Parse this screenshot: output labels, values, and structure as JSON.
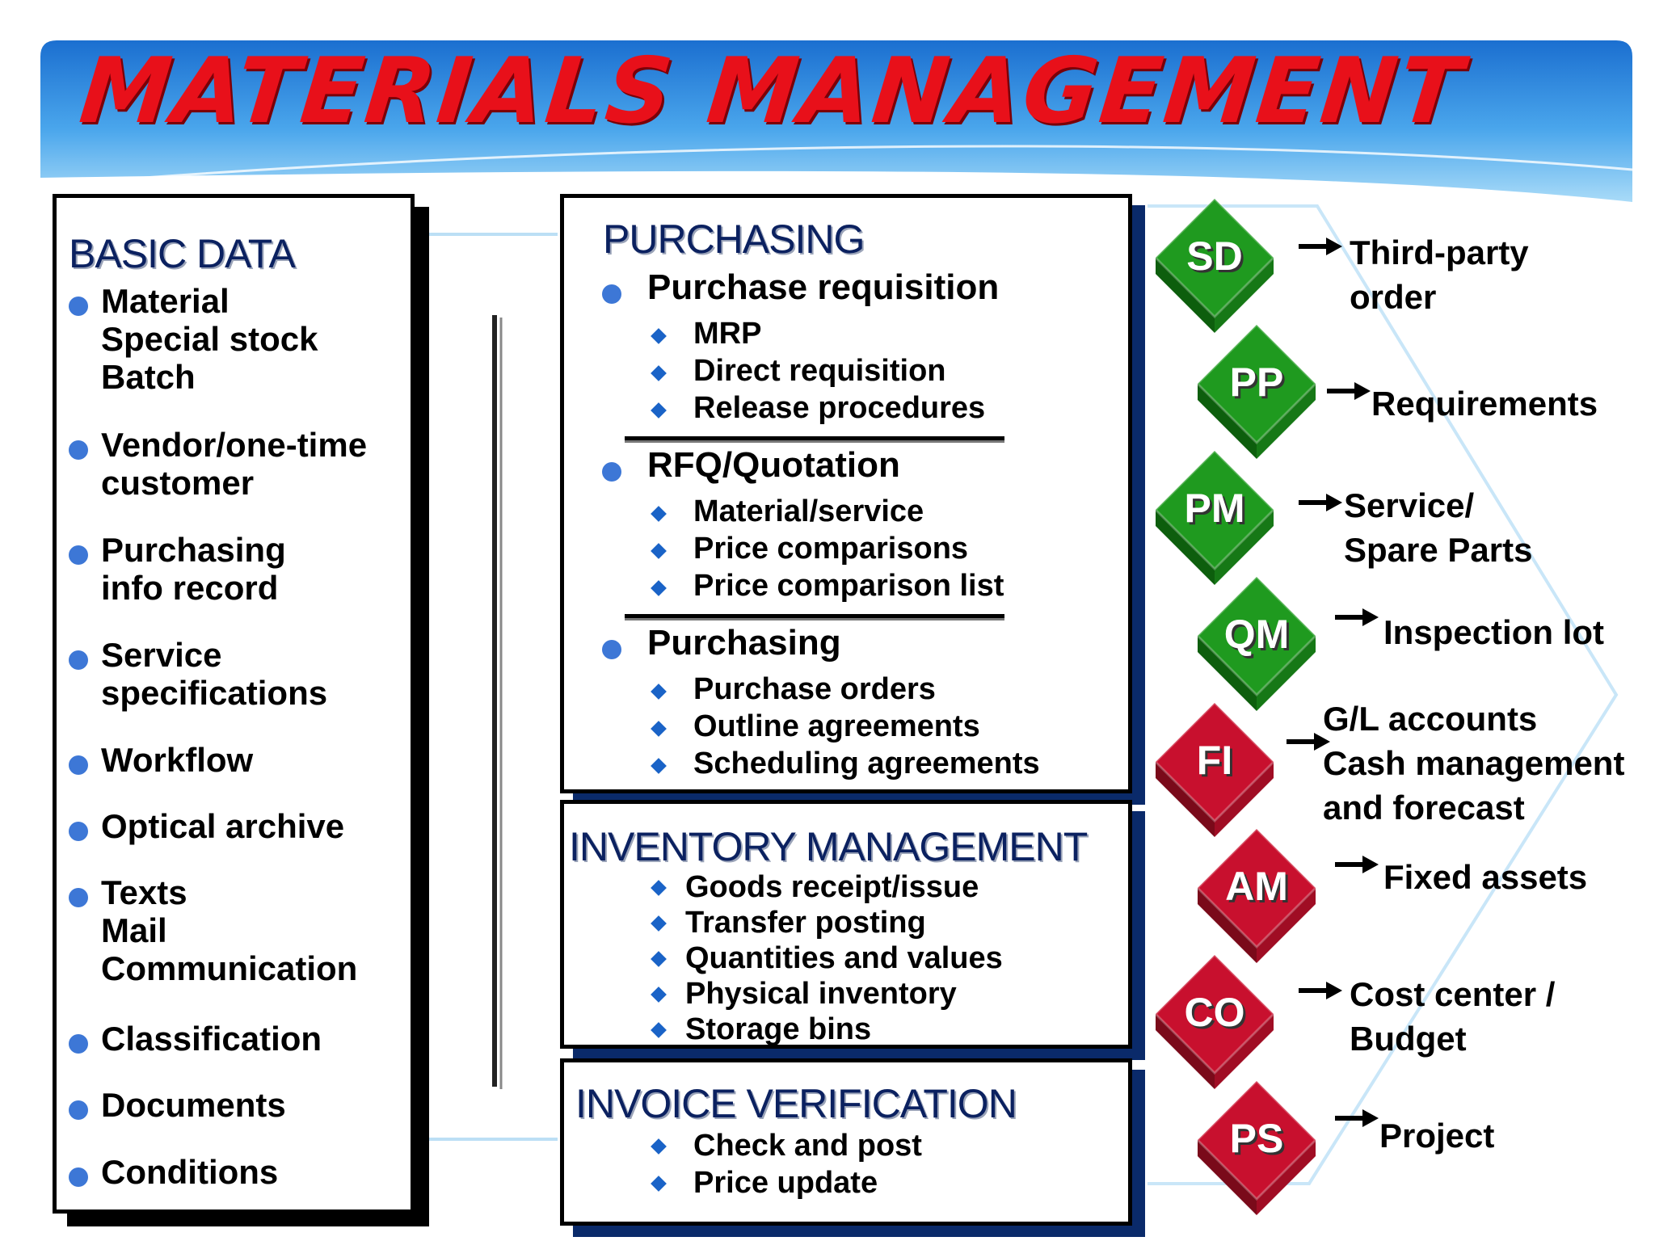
{
  "title": "MATERIALS MANAGEMENT",
  "colors": {
    "title_red": "#e8101a",
    "header_blue": "#2f8fe0",
    "dot_blue": "#3d77d6",
    "module_green": "#1f9a1f",
    "module_red": "#c8102e"
  },
  "basic_data": {
    "heading": "BASIC DATA",
    "items": [
      {
        "lines": [
          "Material",
          "Special stock",
          "Batch"
        ]
      },
      {
        "lines": [
          "Vendor/one-time",
          "customer"
        ]
      },
      {
        "lines": [
          "Purchasing",
          "info record"
        ]
      },
      {
        "lines": [
          "Service",
          "specifications"
        ]
      },
      {
        "lines": [
          "Workflow"
        ]
      },
      {
        "lines": [
          "Optical archive"
        ]
      },
      {
        "lines": [
          "Texts",
          "Mail",
          "Communication"
        ]
      },
      {
        "lines": [
          "Classification"
        ]
      },
      {
        "lines": [
          "Documents"
        ]
      },
      {
        "lines": [
          "Conditions"
        ]
      }
    ]
  },
  "purchasing": {
    "heading": "PURCHASING",
    "groups": [
      {
        "label": "Purchase requisition",
        "subs": [
          "MRP",
          "Direct requisition",
          "Release procedures"
        ]
      },
      {
        "label": "RFQ/Quotation",
        "subs": [
          "Material/service",
          "Price comparisons",
          "Price comparison list"
        ]
      },
      {
        "label": "Purchasing",
        "subs": [
          "Purchase orders",
          "Outline agreements",
          "Scheduling agreements"
        ]
      }
    ]
  },
  "inventory": {
    "heading": "INVENTORY MANAGEMENT",
    "subs": [
      "Goods receipt/issue",
      "Transfer posting",
      "Quantities and values",
      "Physical inventory",
      "Storage bins"
    ]
  },
  "invoice": {
    "heading": "INVOICE VERIFICATION",
    "subs": [
      "Check and post",
      "Price update"
    ]
  },
  "modules": [
    {
      "code": "SD",
      "color": "green",
      "text": [
        "Third-party",
        "order"
      ]
    },
    {
      "code": "PP",
      "color": "green",
      "text": [
        "Requirements"
      ]
    },
    {
      "code": "PM",
      "color": "green",
      "text": [
        "Service/",
        "Spare Parts"
      ]
    },
    {
      "code": "QM",
      "color": "green",
      "text": [
        "Inspection lot"
      ]
    },
    {
      "code": "FI",
      "color": "red",
      "text": [
        "G/L accounts",
        "Cash management",
        "and forecast"
      ]
    },
    {
      "code": "AM",
      "color": "red",
      "text": [
        "Fixed assets"
      ]
    },
    {
      "code": "CO",
      "color": "red",
      "text": [
        "Cost center /",
        "Budget"
      ]
    },
    {
      "code": "PS",
      "color": "red",
      "text": [
        "Project"
      ]
    }
  ]
}
